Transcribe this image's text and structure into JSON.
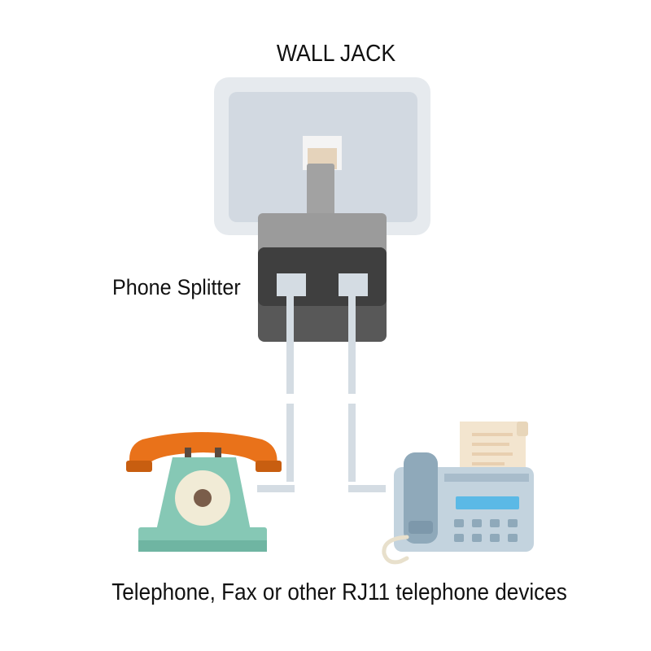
{
  "labels": {
    "wall_jack": "WALL JACK",
    "phone_splitter": "Phone Splitter",
    "caption": "Telephone, Fax or other RJ11 telephone devices"
  },
  "colors": {
    "jack_outer": "#e6eaee",
    "jack_inner": "#d2d9e1",
    "port_beige": "#e5d3bb",
    "plug_gray": "#a2a2a2",
    "splitter_top": "#9b9b9b",
    "splitter_body": "#585858",
    "cable": "#d4dce3",
    "phone_handset": "#e9721a",
    "phone_body": "#86c8b5",
    "fax_body": "#c3d3de",
    "fax_screen": "#5bb9e6",
    "paper": "#f3e5cf"
  }
}
